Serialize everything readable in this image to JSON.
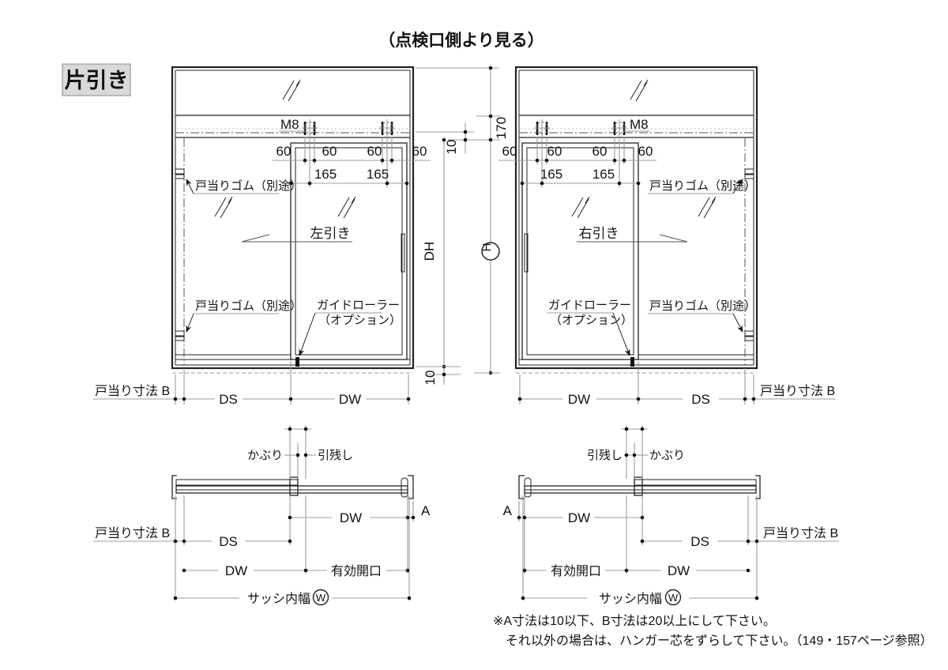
{
  "title": "（点検口側より見る）",
  "type_label": "片引き",
  "labels": {
    "door_stop_rubber": "戸当りゴム（別途）",
    "guide_roller_1": "ガイドローラー",
    "guide_roller_2": "（オプション）",
    "slide_left": "左引き",
    "slide_right": "右引き",
    "door_stop_dim": "戸当り寸法 B",
    "kaburi": "かぶり",
    "hikinokoshi": "引残し",
    "yuko_kaiko": "有効開口",
    "sash_width": "サッシ内幅",
    "m8": "M8"
  },
  "dims": {
    "d60": "60",
    "d165": "165",
    "d170": "170",
    "d10": "10",
    "dh": "DH",
    "h": "H",
    "w": "W",
    "ds": "DS",
    "dw": "DW",
    "a": "A"
  },
  "notes": {
    "line1": "※A寸法は10以下、B寸法は20以上にして下さい。",
    "line2": "それ以外の場合は、ハンガー芯をずらして下さい。（149・157ページ参照）"
  }
}
